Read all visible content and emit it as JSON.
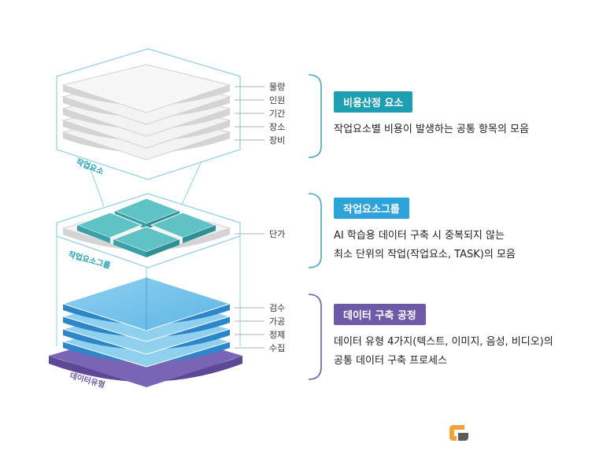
{
  "colors": {
    "bracket_line": "#48a9c9",
    "badge_teal": "#1e9fb1",
    "badge_blue": "#2ea3d9",
    "badge_purple": "#6f5aa8",
    "logo_orange": "#f2a23b",
    "logo_dark": "#5b5b5b"
  },
  "layers": {
    "work_element": {
      "label": "작업요소",
      "plates": [
        "물량",
        "인원",
        "기간",
        "장소",
        "장비"
      ]
    },
    "work_group": {
      "label": "작업요소그룹",
      "plates": [
        "단가"
      ]
    },
    "data_type": {
      "label": "데이터유형",
      "plates": [
        "검수",
        "가공",
        "정제",
        "수집"
      ]
    }
  },
  "sections": [
    {
      "badge": "비용산정 요소",
      "desc_lines": [
        "작업요소별 비용이 발생하는 공통 항목의 모음"
      ]
    },
    {
      "badge": "작업요소그룹",
      "desc_lines": [
        "AI 학습용 데이터 구축 시 중복되지 않는",
        "최소 단위의 작업(작업요소, TASK)의 모음"
      ]
    },
    {
      "badge": "데이터 구축 공정",
      "desc_lines": [
        "데이터 유형 4가지(텍스트, 이미지, 음성, 비디오)의",
        "공통 데이터 구축 프로세스"
      ]
    }
  ],
  "logo": {
    "icon": "g-logo-icon"
  }
}
